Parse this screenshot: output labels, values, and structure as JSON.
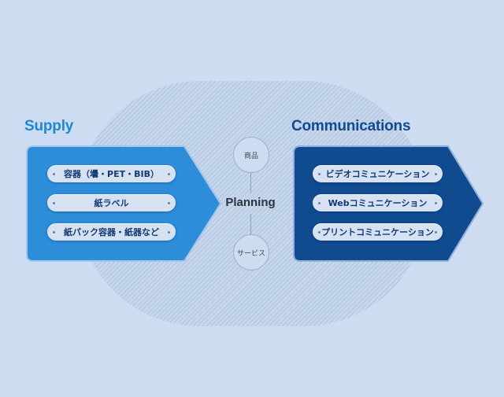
{
  "supply": {
    "title": "Supply",
    "items": [
      "容器（壜・PET・BIB）",
      "紙ラベル",
      "紙パック容器・紙器など"
    ]
  },
  "planning": {
    "label": "Planning",
    "top": "商品",
    "bottom": "サービス"
  },
  "communications": {
    "title": "Communications",
    "items": [
      "ビデオコミュニケーション",
      "Webコミュニケーション",
      "プリントコミュニケーション"
    ]
  },
  "colors": {
    "background": "#cddcf0",
    "supply_accent": "#1e88d0",
    "communications_accent": "#0f4a92"
  }
}
